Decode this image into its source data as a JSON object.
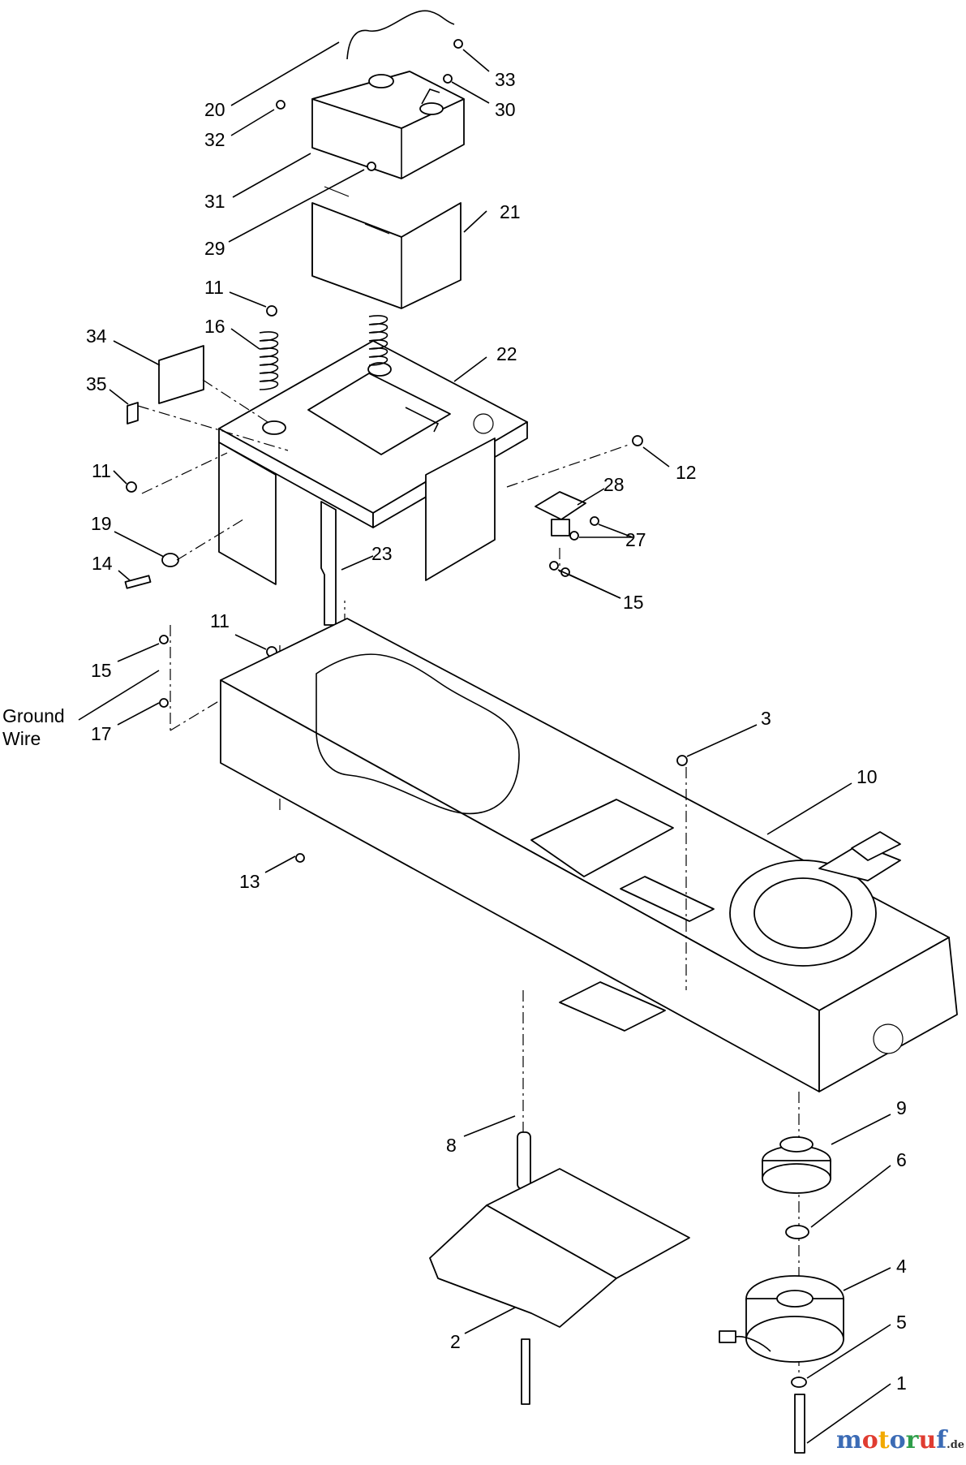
{
  "callouts": [
    {
      "id": "c20",
      "text": "20"
    },
    {
      "id": "c33",
      "text": "33"
    },
    {
      "id": "c32",
      "text": "32"
    },
    {
      "id": "c30",
      "text": "30"
    },
    {
      "id": "c31",
      "text": "31"
    },
    {
      "id": "c21",
      "text": "21"
    },
    {
      "id": "c29",
      "text": "29"
    },
    {
      "id": "c11a",
      "text": "11"
    },
    {
      "id": "c16",
      "text": "16"
    },
    {
      "id": "c34",
      "text": "34"
    },
    {
      "id": "c22",
      "text": "22"
    },
    {
      "id": "c35",
      "text": "35"
    },
    {
      "id": "c11b",
      "text": "11"
    },
    {
      "id": "c12",
      "text": "12"
    },
    {
      "id": "c28",
      "text": "28"
    },
    {
      "id": "c19",
      "text": "19"
    },
    {
      "id": "c27",
      "text": "27"
    },
    {
      "id": "c14",
      "text": "14"
    },
    {
      "id": "c23",
      "text": "23"
    },
    {
      "id": "c15a",
      "text": "15"
    },
    {
      "id": "c11c",
      "text": "11"
    },
    {
      "id": "c15b",
      "text": "15"
    },
    {
      "id": "c17",
      "text": "17"
    },
    {
      "id": "c3",
      "text": "3"
    },
    {
      "id": "c10",
      "text": "10"
    },
    {
      "id": "c13",
      "text": "13"
    },
    {
      "id": "c9",
      "text": "9"
    },
    {
      "id": "c8",
      "text": "8"
    },
    {
      "id": "c6",
      "text": "6"
    },
    {
      "id": "c4",
      "text": "4"
    },
    {
      "id": "c5",
      "text": "5"
    },
    {
      "id": "c2",
      "text": "2"
    },
    {
      "id": "c1",
      "text": "1"
    }
  ],
  "ground_wire": {
    "line1": "Ground",
    "line2": "Wire"
  },
  "watermark": {
    "letters": [
      "m",
      "o",
      "t",
      "o",
      "r",
      "u",
      "f"
    ],
    "colors": [
      "#3b6bb5",
      "#e03c31",
      "#f2a900",
      "#3b6bb5",
      "#2e9e4a",
      "#e03c31",
      "#3b6bb5"
    ],
    "suffix": ".de"
  }
}
